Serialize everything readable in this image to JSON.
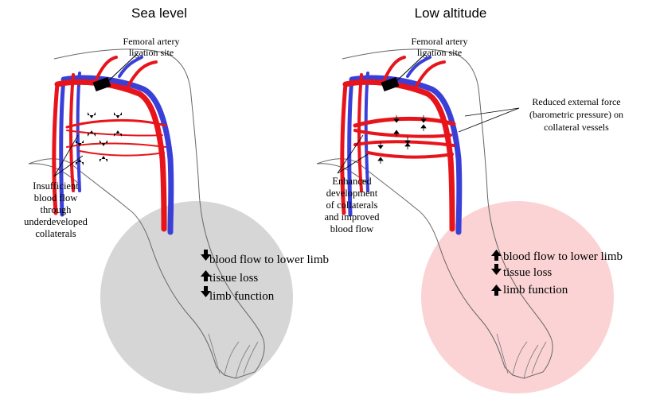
{
  "colors": {
    "artery": "#e8141b",
    "vein": "#3a3fd8",
    "outline": "#555555",
    "sea_level_circle": "#d6d6d6",
    "low_altitude_circle": "#fbd3d4",
    "ligation": "#000000"
  },
  "left_panel": {
    "title": "Sea level",
    "ligation_label": [
      "Femoral artery",
      "ligation site"
    ],
    "collateral_label": [
      "Insufficient",
      "blood flow",
      "through",
      "underdeveloped",
      "collaterals"
    ],
    "effects": [
      {
        "direction": "down",
        "icon": "down-arrow-icon",
        "text": "blood flow to lower limb"
      },
      {
        "direction": "up",
        "icon": "up-arrow-icon",
        "text": "tissue loss"
      },
      {
        "direction": "down",
        "icon": "down-arrow-icon",
        "text": "limb function"
      }
    ]
  },
  "right_panel": {
    "title": "Low altitude",
    "ligation_label": [
      "Femoral artery",
      "ligation site"
    ],
    "pressure_label": [
      "Reduced external force",
      "(barometric pressure) on",
      "collateral vessels"
    ],
    "collateral_label": [
      "Enhanced",
      "development",
      "of collaterals",
      "and improved",
      "blood flow"
    ],
    "effects": [
      {
        "direction": "up",
        "icon": "up-arrow-icon",
        "text": "blood flow to lower limb"
      },
      {
        "direction": "down",
        "icon": "down-arrow-icon",
        "text": "tissue loss"
      },
      {
        "direction": "up",
        "icon": "up-arrow-icon",
        "text": "limb function"
      }
    ]
  }
}
